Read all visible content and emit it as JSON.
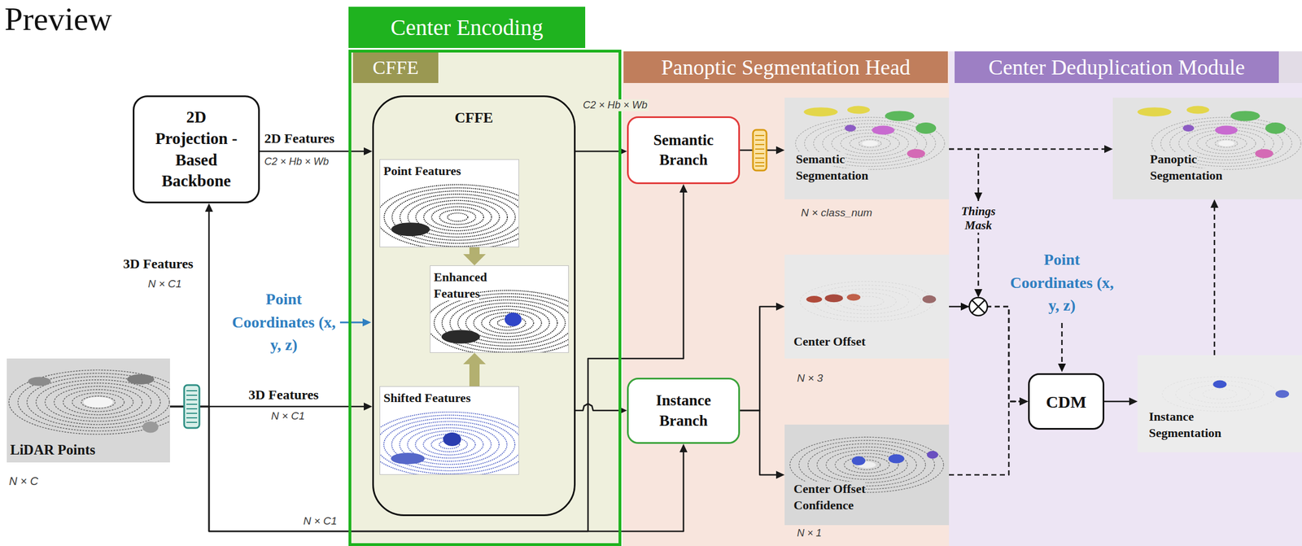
{
  "diagram": {
    "title": "Preview",
    "nodes": [
      {
        "text": [
          "2D Projection -Based Backbone"
        ]
      },
      {
        "text": [
          "LiDAR Points",
          "N × C"
        ]
      },
      {
        "text": [
          "Center Encoding"
        ]
      },
      {
        "text": [
          "CFFE"
        ],
        "in": 2
      },
      {
        "text": [
          "CFFE"
        ],
        "in": 3
      },
      {
        "text": [
          "Point Features"
        ],
        "in": 4
      },
      {
        "text": [
          "Enhanced Features"
        ],
        "in": 4
      },
      {
        "text": [
          "Shifted Features"
        ],
        "in": 4
      },
      {
        "text": [
          "Panoptic Segmentation Head"
        ]
      },
      {
        "text": [
          "Semantic Branch"
        ],
        "in": 8
      },
      {
        "text": [
          "Instance Branch"
        ],
        "in": 8
      },
      {
        "text": [
          "Semantic Segmentation",
          "N × class_num"
        ],
        "in": 8
      },
      {
        "text": [
          "Center Offset",
          "N × 3"
        ],
        "in": 8
      },
      {
        "text": [
          "Center Offset Confidence",
          "N × 1"
        ],
        "in": 8
      },
      {
        "text": [
          "Center Deduplication Module"
        ]
      },
      {
        "text": [
          "CDM"
        ],
        "in": 14
      },
      {
        "text": [
          "Instance Segmentation"
        ],
        "in": 14
      },
      {
        "text": [
          "Panoptic Segmentation"
        ],
        "in": 14
      }
    ],
    "edges": [
      {
        "from": 1,
        "to": 0,
        "arrow": "to",
        "label": "3D Features"
      },
      {
        "from": 1,
        "to": 4,
        "arrow": "to",
        "label": "3D Features"
      },
      {
        "from": 1,
        "to": 9,
        "arrow": "to"
      },
      {
        "from": 1,
        "to": 10,
        "arrow": "to",
        "label": "N × C1"
      },
      {
        "from": 0,
        "to": 4,
        "arrow": "to",
        "label": "2D Features"
      },
      {
        "from": 4,
        "to": 9,
        "arrow": "to",
        "label": "C2 × Hb × Wb"
      },
      {
        "from": 4,
        "to": 10,
        "arrow": "to"
      },
      {
        "from": 5,
        "to": 6,
        "arrow": "to"
      },
      {
        "from": 7,
        "to": 6,
        "arrow": "to"
      },
      {
        "from": 9,
        "to": 11,
        "arrow": "to"
      },
      {
        "from": 10,
        "to": 12,
        "arrow": "to"
      },
      {
        "from": 10,
        "to": 13,
        "arrow": "to"
      },
      {
        "from": 11,
        "to": 15,
        "arrow": "to",
        "label": "Things Mask"
      },
      {
        "from": 12,
        "to": 15,
        "arrow": "to"
      },
      {
        "from": 13,
        "to": 15,
        "arrow": "to"
      },
      {
        "from": 11,
        "to": 17,
        "arrow": "to"
      },
      {
        "from": 15,
        "to": 16,
        "arrow": "to"
      },
      {
        "from": 16,
        "to": 17,
        "arrow": "to"
      }
    ],
    "labels": [
      "N × C1",
      "N × C1",
      "C2 × Hb × Wb",
      "Point Coordinates (x, y, z)",
      "Point Coordinates (x, y, z)"
    ]
  }
}
